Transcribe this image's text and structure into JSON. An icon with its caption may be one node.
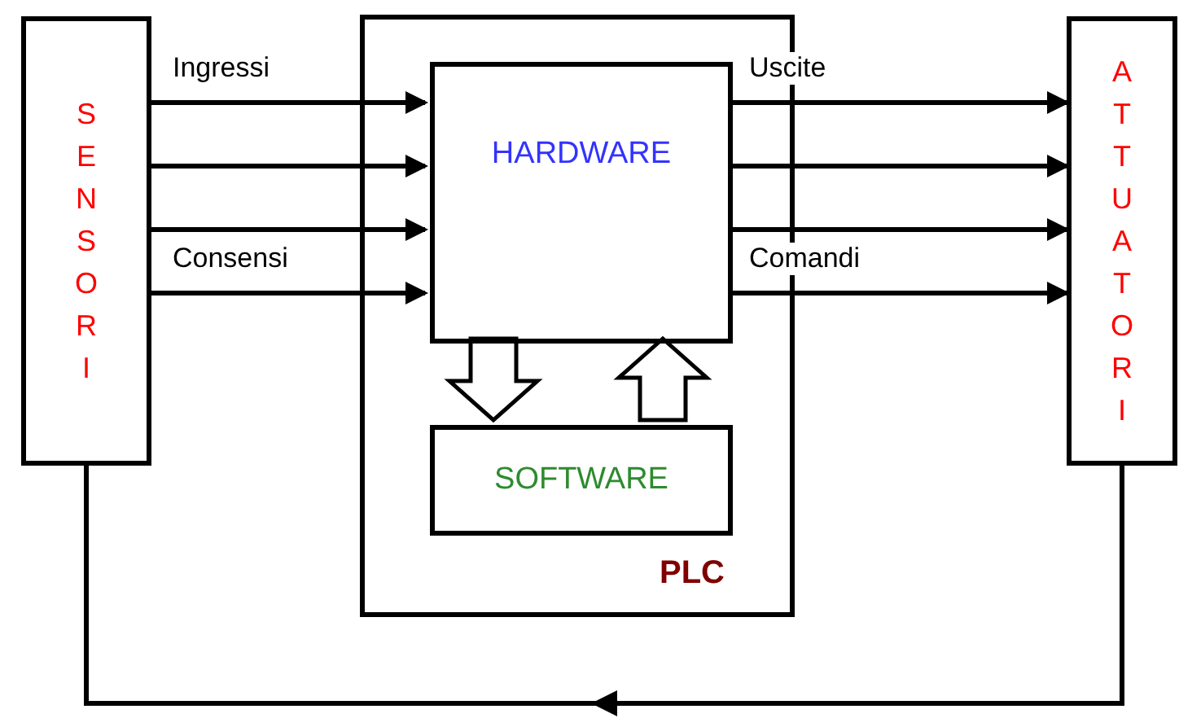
{
  "diagram": {
    "nodes": [
      {
        "text": [
          "SENSORI"
        ]
      },
      {
        "text": [
          "PLC"
        ]
      },
      {
        "text": [
          "HARDWARE"
        ],
        "in": 1
      },
      {
        "text": [
          "SOFTWARE"
        ],
        "in": 1
      },
      {
        "text": [
          "ATTUATORI"
        ]
      }
    ],
    "edges": [
      {
        "from": 0,
        "to": 2,
        "arrow": "to",
        "label": "Ingressi"
      },
      {
        "from": 0,
        "to": 2,
        "arrow": "to"
      },
      {
        "from": 0,
        "to": 2,
        "arrow": "to"
      },
      {
        "from": 0,
        "to": 2,
        "arrow": "to",
        "label": "Consensi"
      },
      {
        "from": 2,
        "to": 4,
        "arrow": "to",
        "label": "Uscite"
      },
      {
        "from": 2,
        "to": 4,
        "arrow": "to"
      },
      {
        "from": 2,
        "to": 4,
        "arrow": "to"
      },
      {
        "from": 2,
        "to": 4,
        "arrow": "to",
        "label": "Comandi"
      },
      {
        "from": 2,
        "to": 3,
        "arrow": "to",
        "style": "thick"
      },
      {
        "from": 3,
        "to": 2,
        "arrow": "to",
        "style": "thick"
      },
      {
        "from": 4,
        "to": 0,
        "arrow": "to"
      }
    ]
  }
}
